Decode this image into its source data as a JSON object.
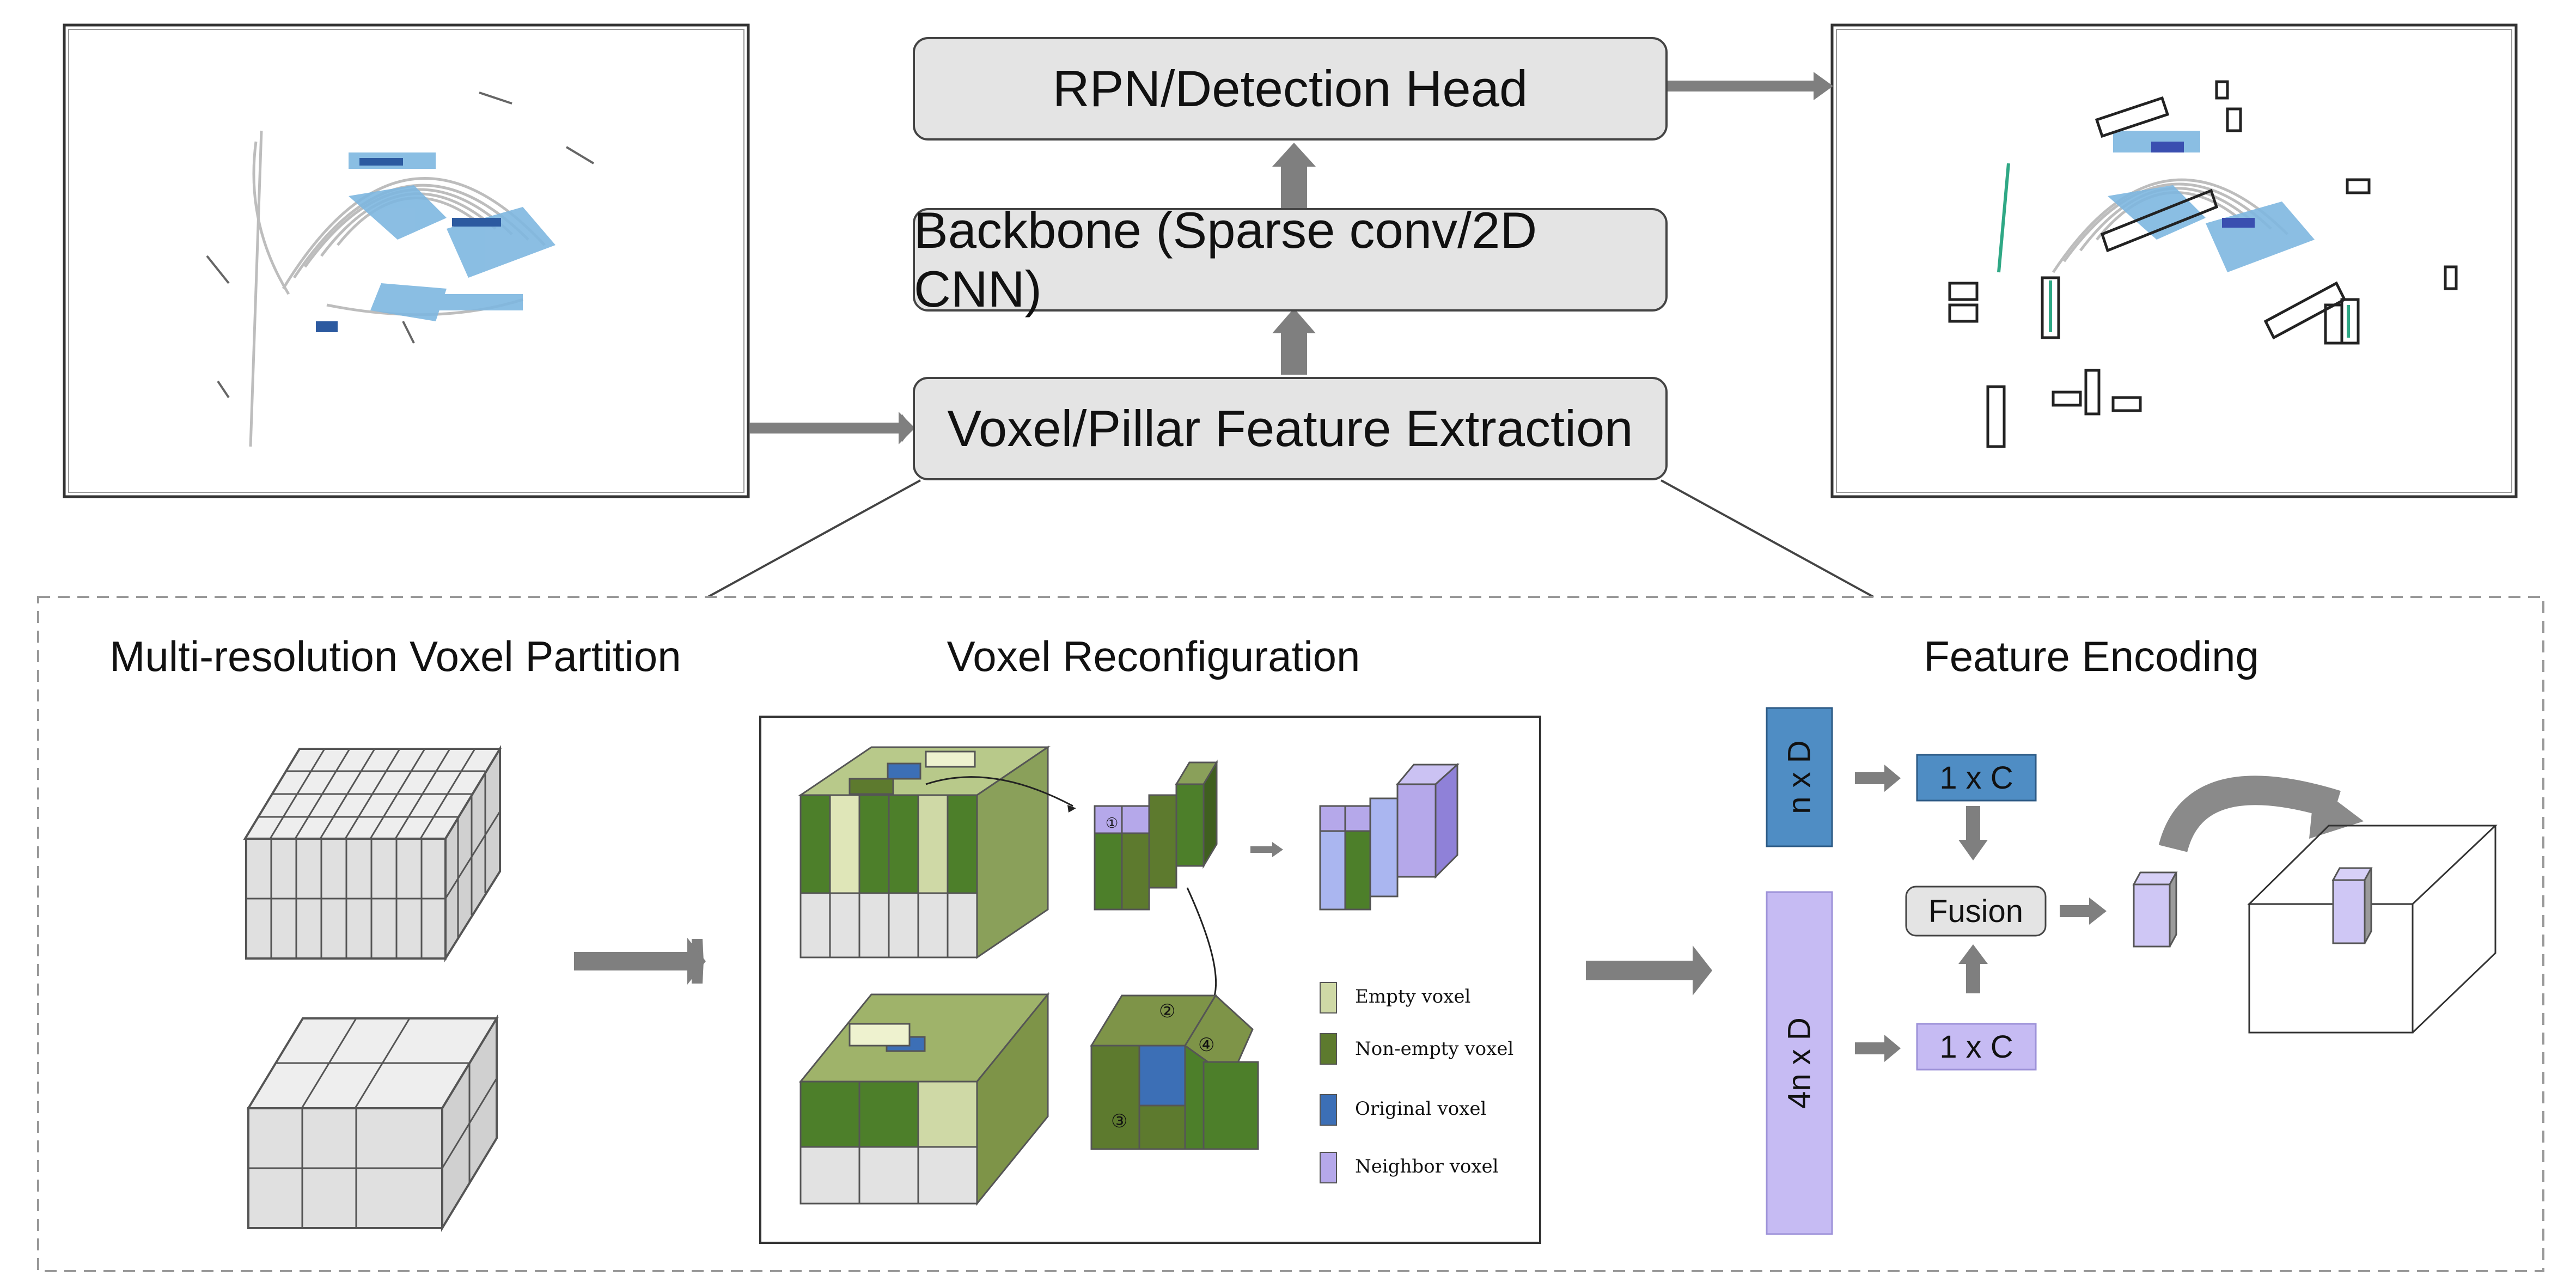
{
  "pipeline": {
    "detection_head": "RPN/Detection Head",
    "backbone": "Backbone (Sparse conv/2D CNN)",
    "feature_extraction": "Voxel/Pillar Feature Extraction"
  },
  "sections": {
    "partition": "Multi-resolution Voxel Partition",
    "reconfiguration": "Voxel Reconfiguration",
    "encoding": "Feature Encoding"
  },
  "legend": [
    {
      "label": "Empty voxel",
      "color": "#c9d79a"
    },
    {
      "label": "Non-empty voxel",
      "color": "#5d7a2e"
    },
    {
      "label": "Original voxel",
      "color": "#3c6fb6"
    },
    {
      "label": "Neighbor voxel",
      "color": "#b5a8ea"
    }
  ],
  "reconfig_marks": [
    "①",
    "②",
    "③",
    "④"
  ],
  "encoding": {
    "top_input": "n x D",
    "bottom_input": "4n x D",
    "top_output": "1 x C",
    "bottom_output": "1 x C",
    "fusion": "Fusion"
  },
  "colors": {
    "box_fill": "#e4e4e4",
    "arrow": "#7f7f7f",
    "blue_feature": "#4f8dc4",
    "purple_feature": "#c6bbf3",
    "point_cloud_blue": "#7eb7e0"
  }
}
